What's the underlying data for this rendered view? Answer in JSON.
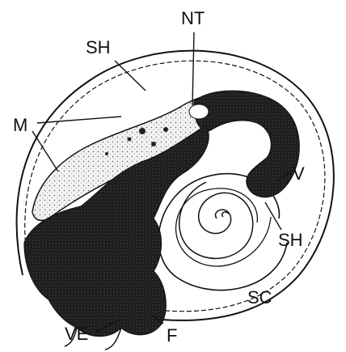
{
  "figure": {
    "labels": {
      "nt": "NT",
      "sh_upper": "SH",
      "m": "M",
      "v": "V",
      "sh_lower": "SH",
      "sc": "SC",
      "ve": "VE",
      "f": "F"
    }
  },
  "colors": {
    "ink": "#111111",
    "tissue_dark": "#1a1a1a",
    "tissue_light": "#f2f2f2",
    "background": "#ffffff"
  }
}
